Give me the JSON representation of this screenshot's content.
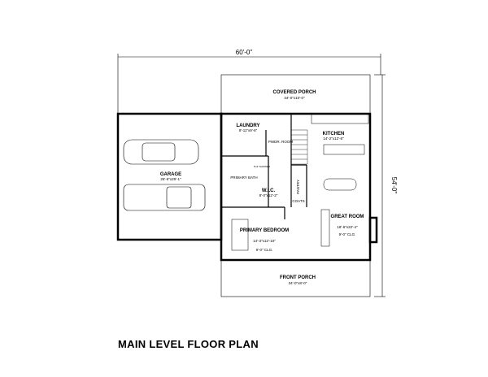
{
  "title": "MAIN LEVEL FLOOR PLAN",
  "dimensions": {
    "width": "60'-0\"",
    "depth": "54'-0\""
  },
  "rooms": {
    "covered_porch": {
      "name": "COVERED PORCH",
      "size": "34'-0\"x10'-0\""
    },
    "laundry": {
      "name": "LAUNDRY",
      "size": "8'-11\"x9'-6\""
    },
    "powder": {
      "name": "PWDR. ROOM"
    },
    "kitchen": {
      "name": "KITCHEN",
      "size": "14'-2\"x12'-8\""
    },
    "garage": {
      "name": "GARAGE",
      "size": "25'-6\"x29'-1\""
    },
    "primary_bath": {
      "name": "PRIMARY BATH"
    },
    "shower": {
      "name": "5'x3' SHOWER"
    },
    "wic": {
      "name": "W.I.C.",
      "size": "8'-0\"x12'-2\""
    },
    "pantry": {
      "name": "PANTRY"
    },
    "coats": {
      "name": "COATS"
    },
    "great_room": {
      "name": "GREAT ROOM",
      "size": "18'-6\"x22'-4\"",
      "ceiling": "9'-0\" CLG."
    },
    "primary_bedroom": {
      "name": "PRIMARY BEDROOM",
      "size": "14'-3\"x12'-10\"",
      "ceiling": "9'-0\" CLG."
    },
    "front_porch": {
      "name": "FRONT PORCH",
      "size": "34'-0\"x8'-0\""
    }
  }
}
